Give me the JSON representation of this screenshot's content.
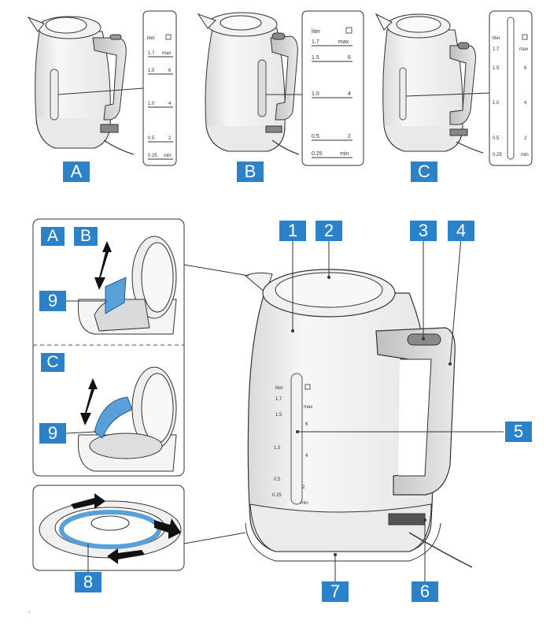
{
  "variants": {
    "a": "A",
    "b": "B",
    "c": "C"
  },
  "callouts": {
    "n1": "1",
    "n2": "2",
    "n3": "3",
    "n4": "4",
    "n5": "5",
    "n6": "6",
    "n7": "7",
    "n8": "8",
    "n9": "9"
  },
  "scale": {
    "unit": "liter",
    "max_label": "max",
    "min_label": "min",
    "liter_marks": [
      "1.7",
      "1.5",
      "1.0",
      "0.5",
      "0.25"
    ],
    "cup_marks": [
      "6",
      "4",
      "2"
    ]
  },
  "footnote": ","
}
